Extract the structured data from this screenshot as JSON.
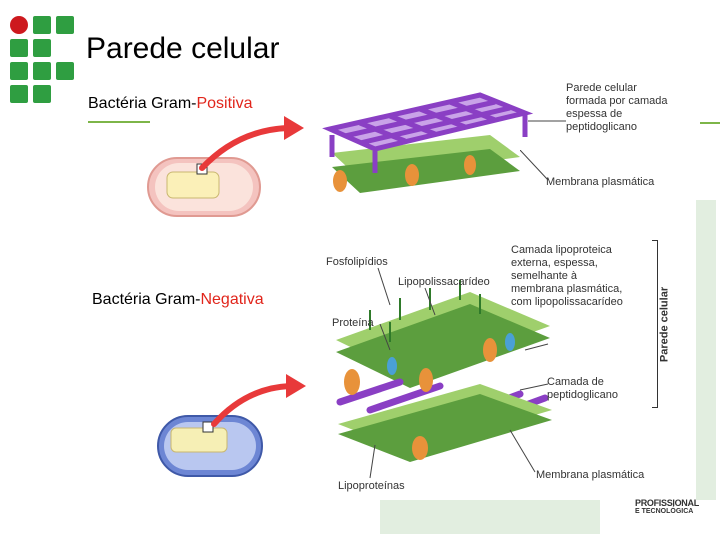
{
  "slide": {
    "title": "Parede celular"
  },
  "gram_positive": {
    "label_prefix": "Bactéria Gram-",
    "label_highlight": "Positiva",
    "annotations": {
      "wall": [
        "Parede celular",
        "formada por camada",
        "espessa de",
        "peptidoglicano"
      ],
      "membrane": "Membrana plasmática"
    }
  },
  "gram_negative": {
    "label_prefix": "Bactéria Gram-",
    "label_highlight": "Negativa",
    "annotations": {
      "fosfolipidios": "Fosfolipídios",
      "lipopolissacarideo": "Lipopolissacarídeo",
      "proteina": "Proteína",
      "outer_layer": [
        "Camada lipoproteica",
        "externa, espessa,",
        "semelhante à",
        "membrana plasmática,",
        "com lipopolissacarídeo"
      ],
      "wall_vertical": "Parede celular",
      "peptidoglycan": [
        "Camada de",
        "peptidoglicano"
      ],
      "membrane": "Membrana plasmática",
      "lipoproteinas": "Lipoproteínas"
    }
  },
  "footer_logo": {
    "line1": "PROFISSIONAL",
    "line2": "E TECNOLÓGICA"
  },
  "colors": {
    "logo_green": "#2f9e41",
    "logo_red": "#cd191e",
    "highlight_red": "#e1251b",
    "arrow_red": "#e8393a",
    "membrane_green": "#5c9e3e",
    "peptidoglycan_purple": "#8a3fc4",
    "protein_orange": "#e8923a",
    "bg_stripe_green": "#e2eee0"
  }
}
